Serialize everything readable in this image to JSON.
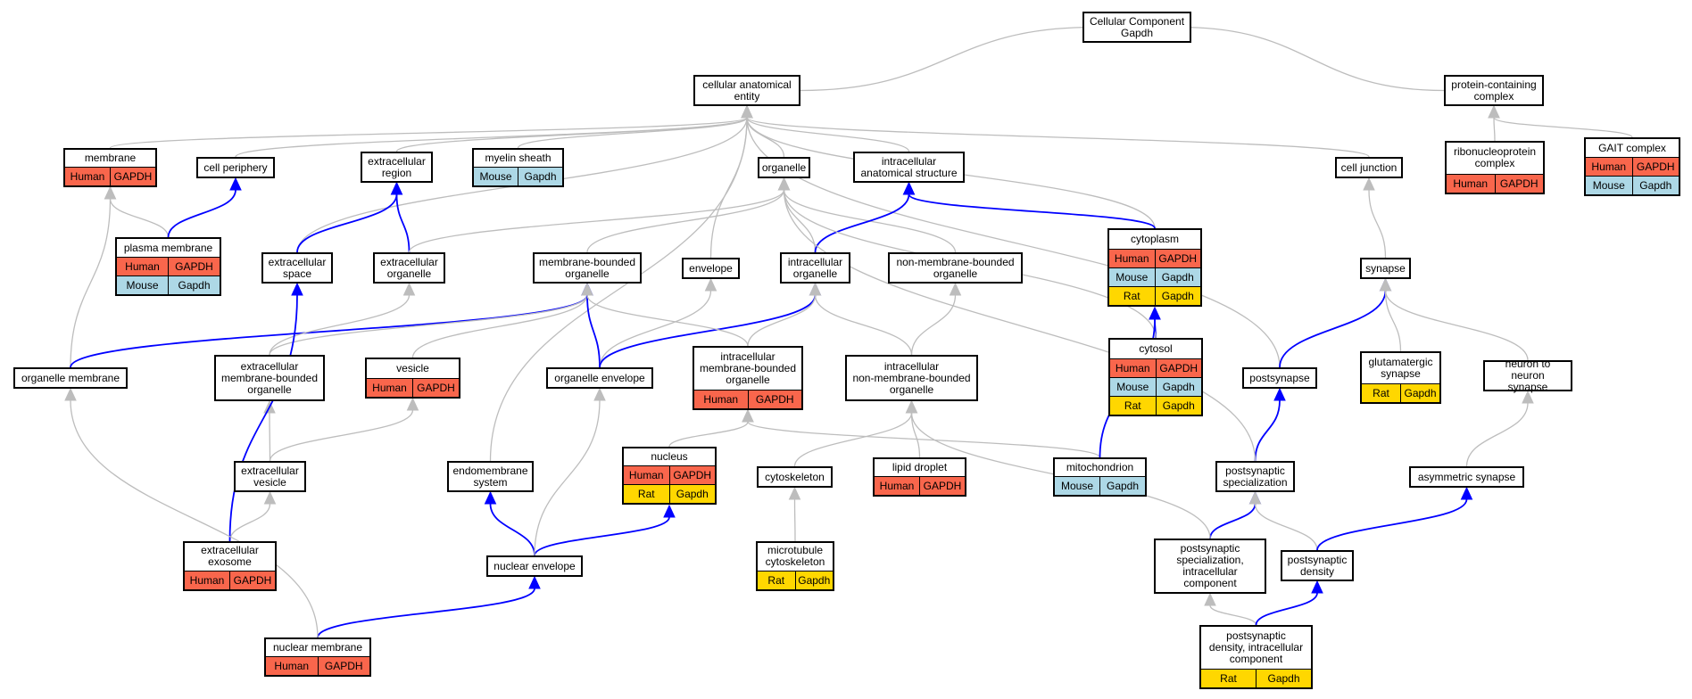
{
  "colors": {
    "human": "#f9664c",
    "mouse": "#add8e6",
    "rat": "#ffd700",
    "edge_gray": "#bdbdbd",
    "edge_blue": "#0000ff"
  },
  "nodes": [
    {
      "id": "cc",
      "label": "Cellular Component\nGapdh",
      "rows": []
    },
    {
      "id": "cae",
      "label": "cellular anatomical\nentity",
      "rows": []
    },
    {
      "id": "pcc",
      "label": "protein-containing\ncomplex",
      "rows": []
    },
    {
      "id": "rnp",
      "label": "ribonucleoprotein\ncomplex",
      "rows": [
        [
          "Human",
          "GAPDH"
        ]
      ]
    },
    {
      "id": "gait",
      "label": "GAIT complex",
      "rows": [
        [
          "Human",
          "GAPDH"
        ],
        [
          "Mouse",
          "Gapdh"
        ]
      ]
    },
    {
      "id": "membrane",
      "label": "membrane",
      "rows": [
        [
          "Human",
          "GAPDH"
        ]
      ]
    },
    {
      "id": "cellper",
      "label": "cell periphery",
      "rows": []
    },
    {
      "id": "exreg",
      "label": "extracellular\nregion",
      "rows": []
    },
    {
      "id": "myelin",
      "label": "myelin sheath",
      "rows": [
        [
          "Mouse",
          "Gapdh"
        ]
      ]
    },
    {
      "id": "organelle",
      "label": "organelle",
      "rows": []
    },
    {
      "id": "ias",
      "label": "intracellular\nanatomical structure",
      "rows": []
    },
    {
      "id": "celljunction",
      "label": "cell junction",
      "rows": []
    },
    {
      "id": "plasma",
      "label": "plasma membrane",
      "rows": [
        [
          "Human",
          "GAPDH"
        ],
        [
          "Mouse",
          "Gapdh"
        ]
      ]
    },
    {
      "id": "exspace",
      "label": "extracellular\nspace",
      "rows": []
    },
    {
      "id": "exorg",
      "label": "extracellular\norganelle",
      "rows": []
    },
    {
      "id": "mbo",
      "label": "membrane-bounded\norganelle",
      "rows": []
    },
    {
      "id": "envelope",
      "label": "envelope",
      "rows": []
    },
    {
      "id": "icorg",
      "label": "intracellular\norganelle",
      "rows": []
    },
    {
      "id": "nmbo",
      "label": "non-membrane-bounded\norganelle",
      "rows": []
    },
    {
      "id": "cytoplasm",
      "label": "cytoplasm",
      "rows": [
        [
          "Human",
          "GAPDH"
        ],
        [
          "Mouse",
          "Gapdh"
        ],
        [
          "Rat",
          "Gapdh"
        ]
      ]
    },
    {
      "id": "synapse",
      "label": "synapse",
      "rows": []
    },
    {
      "id": "orgmem",
      "label": "organelle membrane",
      "rows": []
    },
    {
      "id": "exmbo",
      "label": "extracellular\nmembrane-bounded\norganelle",
      "rows": []
    },
    {
      "id": "vesicle",
      "label": "vesicle",
      "rows": [
        [
          "Human",
          "GAPDH"
        ]
      ]
    },
    {
      "id": "orgenv",
      "label": "organelle envelope",
      "rows": []
    },
    {
      "id": "icmbo",
      "label": "intracellular\nmembrane-bounded\norganelle",
      "rows": [
        [
          "Human",
          "GAPDH"
        ]
      ]
    },
    {
      "id": "icnmbo",
      "label": "intracellular\nnon-membrane-bounded\norganelle",
      "rows": []
    },
    {
      "id": "cytosol",
      "label": "cytosol",
      "rows": [
        [
          "Human",
          "GAPDH"
        ],
        [
          "Mouse",
          "Gapdh"
        ],
        [
          "Rat",
          "Gapdh"
        ]
      ]
    },
    {
      "id": "postsynapse",
      "label": "postsynapse",
      "rows": []
    },
    {
      "id": "glut",
      "label": "glutamatergic\nsynapse",
      "rows": [
        [
          "Rat",
          "Gapdh"
        ]
      ]
    },
    {
      "id": "n2n",
      "label": "neuron to neuron\nsynapse",
      "rows": []
    },
    {
      "id": "exves",
      "label": "extracellular\nvesicle",
      "rows": []
    },
    {
      "id": "endomem",
      "label": "endomembrane\nsystem",
      "rows": []
    },
    {
      "id": "nucleus",
      "label": "nucleus",
      "rows": [
        [
          "Human",
          "GAPDH"
        ],
        [
          "Rat",
          "Gapdh"
        ]
      ]
    },
    {
      "id": "cytoskel",
      "label": "cytoskeleton",
      "rows": []
    },
    {
      "id": "lipid",
      "label": "lipid droplet",
      "rows": [
        [
          "Human",
          "GAPDH"
        ]
      ]
    },
    {
      "id": "mito",
      "label": "mitochondrion",
      "rows": [
        [
          "Mouse",
          "Gapdh"
        ]
      ]
    },
    {
      "id": "psspec",
      "label": "postsynaptic\nspecialization",
      "rows": []
    },
    {
      "id": "asym",
      "label": "asymmetric synapse",
      "rows": []
    },
    {
      "id": "exosome",
      "label": "extracellular\nexosome",
      "rows": [
        [
          "Human",
          "GAPDH"
        ]
      ]
    },
    {
      "id": "nucenv",
      "label": "nuclear envelope",
      "rows": []
    },
    {
      "id": "mtcyto",
      "label": "microtubule\ncytoskeleton",
      "rows": [
        [
          "Rat",
          "Gapdh"
        ]
      ]
    },
    {
      "id": "psspecic",
      "label": "postsynaptic\nspecialization,\nintracellular\ncomponent",
      "rows": []
    },
    {
      "id": "psd",
      "label": "postsynaptic\ndensity",
      "rows": []
    },
    {
      "id": "nucmem",
      "label": "nuclear membrane",
      "rows": [
        [
          "Human",
          "GAPDH"
        ]
      ]
    },
    {
      "id": "psdic",
      "label": "postsynaptic\ndensity, intracellular\ncomponent",
      "rows": [
        [
          "Rat",
          "Gapdh"
        ]
      ]
    }
  ],
  "edges": [
    {
      "from": "cae",
      "to": "cc",
      "color": "gray"
    },
    {
      "from": "pcc",
      "to": "cc",
      "color": "gray"
    },
    {
      "from": "rnp",
      "to": "pcc",
      "color": "gray"
    },
    {
      "from": "gait",
      "to": "pcc",
      "color": "gray"
    },
    {
      "from": "membrane",
      "to": "cae",
      "color": "gray"
    },
    {
      "from": "cellper",
      "to": "cae",
      "color": "gray"
    },
    {
      "from": "exreg",
      "to": "cae",
      "color": "gray"
    },
    {
      "from": "myelin",
      "to": "cae",
      "color": "gray"
    },
    {
      "from": "organelle",
      "to": "cae",
      "color": "gray"
    },
    {
      "from": "ias",
      "to": "cae",
      "color": "gray"
    },
    {
      "from": "celljunction",
      "to": "cae",
      "color": "gray"
    },
    {
      "from": "exspace",
      "to": "cae",
      "color": "gray"
    },
    {
      "from": "envelope",
      "to": "cae",
      "color": "gray"
    },
    {
      "from": "endomem",
      "to": "cae",
      "color": "gray"
    },
    {
      "from": "cytoplasm",
      "to": "cae",
      "color": "gray"
    },
    {
      "from": "postsynapse",
      "to": "cae",
      "color": "gray"
    },
    {
      "from": "plasma",
      "to": "membrane",
      "color": "gray"
    },
    {
      "from": "plasma",
      "to": "cellper",
      "color": "blue"
    },
    {
      "from": "exspace",
      "to": "exreg",
      "color": "blue"
    },
    {
      "from": "exorg",
      "to": "exreg",
      "color": "blue"
    },
    {
      "from": "exorg",
      "to": "organelle",
      "color": "gray"
    },
    {
      "from": "mbo",
      "to": "organelle",
      "color": "gray"
    },
    {
      "from": "icorg",
      "to": "organelle",
      "color": "gray"
    },
    {
      "from": "nmbo",
      "to": "organelle",
      "color": "gray"
    },
    {
      "from": "icorg",
      "to": "ias",
      "color": "blue"
    },
    {
      "from": "cytoplasm",
      "to": "ias",
      "color": "blue"
    },
    {
      "from": "synapse",
      "to": "celljunction",
      "color": "gray"
    },
    {
      "from": "orgmem",
      "to": "membrane",
      "color": "gray"
    },
    {
      "from": "orgmem",
      "to": "mbo",
      "color": "blue"
    },
    {
      "from": "exmbo",
      "to": "exorg",
      "color": "gray"
    },
    {
      "from": "exmbo",
      "to": "mbo",
      "color": "gray"
    },
    {
      "from": "vesicle",
      "to": "mbo",
      "color": "gray"
    },
    {
      "from": "orgenv",
      "to": "mbo",
      "color": "blue"
    },
    {
      "from": "orgenv",
      "to": "envelope",
      "color": "gray"
    },
    {
      "from": "orgenv",
      "to": "icorg",
      "color": "blue"
    },
    {
      "from": "icmbo",
      "to": "mbo",
      "color": "gray"
    },
    {
      "from": "icmbo",
      "to": "icorg",
      "color": "gray"
    },
    {
      "from": "icnmbo",
      "to": "icorg",
      "color": "gray"
    },
    {
      "from": "icnmbo",
      "to": "nmbo",
      "color": "gray"
    },
    {
      "from": "cytosol",
      "to": "cytoplasm",
      "color": "blue"
    },
    {
      "from": "cytosol",
      "to": "organelle",
      "color": "gray"
    },
    {
      "from": "postsynapse",
      "to": "synapse",
      "color": "blue"
    },
    {
      "from": "glut",
      "to": "synapse",
      "color": "gray"
    },
    {
      "from": "n2n",
      "to": "synapse",
      "color": "gray"
    },
    {
      "from": "exves",
      "to": "exmbo",
      "color": "gray"
    },
    {
      "from": "exves",
      "to": "vesicle",
      "color": "gray"
    },
    {
      "from": "nucleus",
      "to": "icmbo",
      "color": "gray"
    },
    {
      "from": "cytoskel",
      "to": "icnmbo",
      "color": "gray"
    },
    {
      "from": "lipid",
      "to": "icnmbo",
      "color": "gray"
    },
    {
      "from": "mito",
      "to": "icmbo",
      "color": "gray"
    },
    {
      "from": "mito",
      "to": "cytoplasm",
      "color": "blue"
    },
    {
      "from": "psspec",
      "to": "postsynapse",
      "color": "blue"
    },
    {
      "from": "psspec",
      "to": "organelle",
      "color": "gray"
    },
    {
      "from": "asym",
      "to": "n2n",
      "color": "gray"
    },
    {
      "from": "exosome",
      "to": "exves",
      "color": "gray"
    },
    {
      "from": "exosome",
      "to": "exspace",
      "color": "blue"
    },
    {
      "from": "nucenv",
      "to": "endomem",
      "color": "blue"
    },
    {
      "from": "nucenv",
      "to": "nucleus",
      "color": "blue"
    },
    {
      "from": "nucenv",
      "to": "orgenv",
      "color": "gray"
    },
    {
      "from": "mtcyto",
      "to": "cytoskel",
      "color": "gray"
    },
    {
      "from": "psspecic",
      "to": "psspec",
      "color": "blue"
    },
    {
      "from": "psspecic",
      "to": "icnmbo",
      "color": "gray"
    },
    {
      "from": "psd",
      "to": "psspec",
      "color": "gray"
    },
    {
      "from": "psd",
      "to": "asym",
      "color": "blue"
    },
    {
      "from": "nucmem",
      "to": "nucenv",
      "color": "blue"
    },
    {
      "from": "nucmem",
      "to": "orgmem",
      "color": "gray"
    },
    {
      "from": "psdic",
      "to": "psspecic",
      "color": "gray"
    },
    {
      "from": "psdic",
      "to": "psd",
      "color": "blue"
    }
  ]
}
